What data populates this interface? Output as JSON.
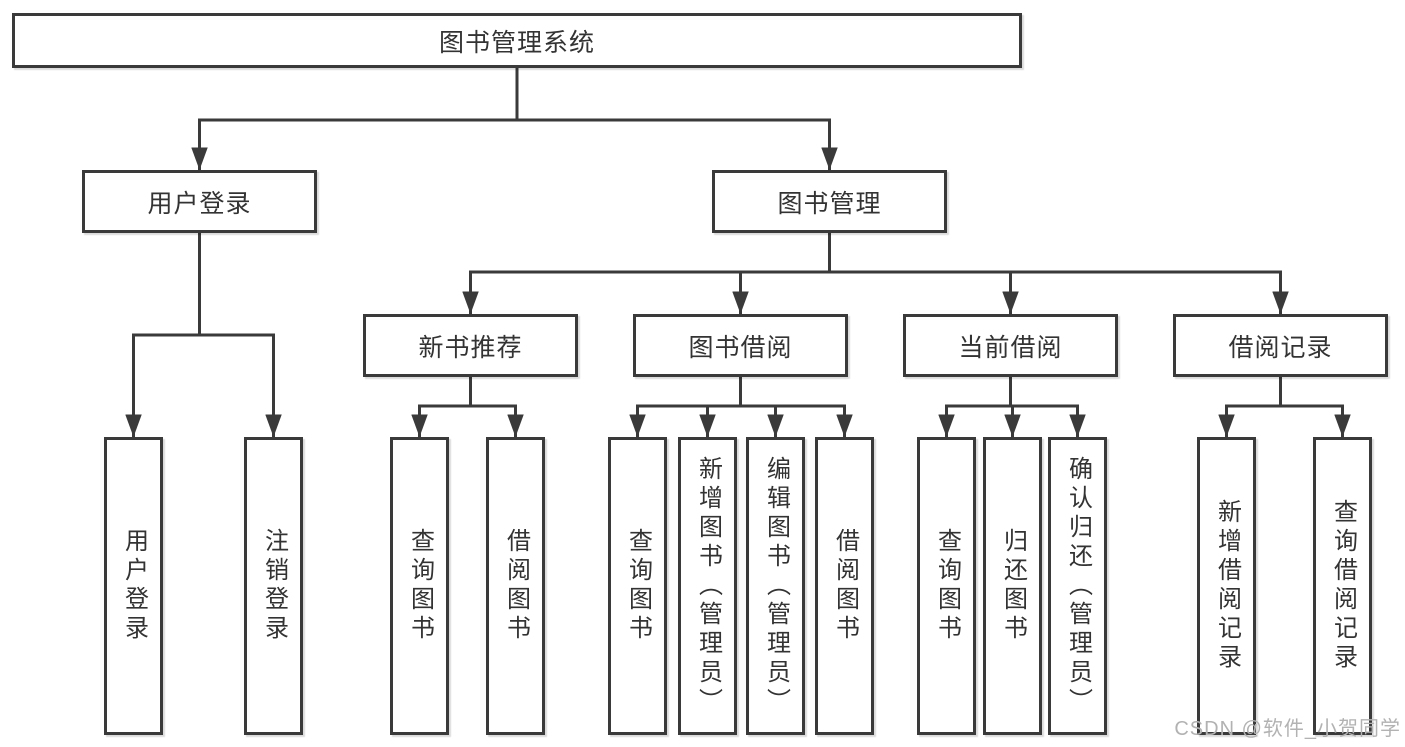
{
  "colors": {
    "line": "#3a3a3a",
    "box_border": "#3a3a3a",
    "text": "#333333",
    "background": "#ffffff",
    "watermark": "#b2b2b2"
  },
  "watermark": {
    "text": "CSDN @软件_小贺同学"
  },
  "tree": {
    "root": {
      "label": "图书管理系统",
      "children": [
        {
          "label": "用户登录",
          "children": [
            {
              "label": "用户登录"
            },
            {
              "label": "注销登录"
            }
          ]
        },
        {
          "label": "图书管理",
          "children": [
            {
              "label": "新书推荐",
              "children": [
                {
                  "label": "查询图书"
                },
                {
                  "label": "借阅图书"
                }
              ]
            },
            {
              "label": "图书借阅",
              "children": [
                {
                  "label": "查询图书"
                },
                {
                  "label": "新增图书（管理员）"
                },
                {
                  "label": "编辑图书（管理员）"
                },
                {
                  "label": "借阅图书"
                }
              ]
            },
            {
              "label": "当前借阅",
              "children": [
                {
                  "label": "查询图书"
                },
                {
                  "label": "归还图书"
                },
                {
                  "label": "确认归还（管理员）"
                }
              ]
            },
            {
              "label": "借阅记录",
              "children": [
                {
                  "label": "新增借阅记录"
                },
                {
                  "label": "查询借阅记录"
                }
              ]
            }
          ]
        }
      ]
    }
  }
}
